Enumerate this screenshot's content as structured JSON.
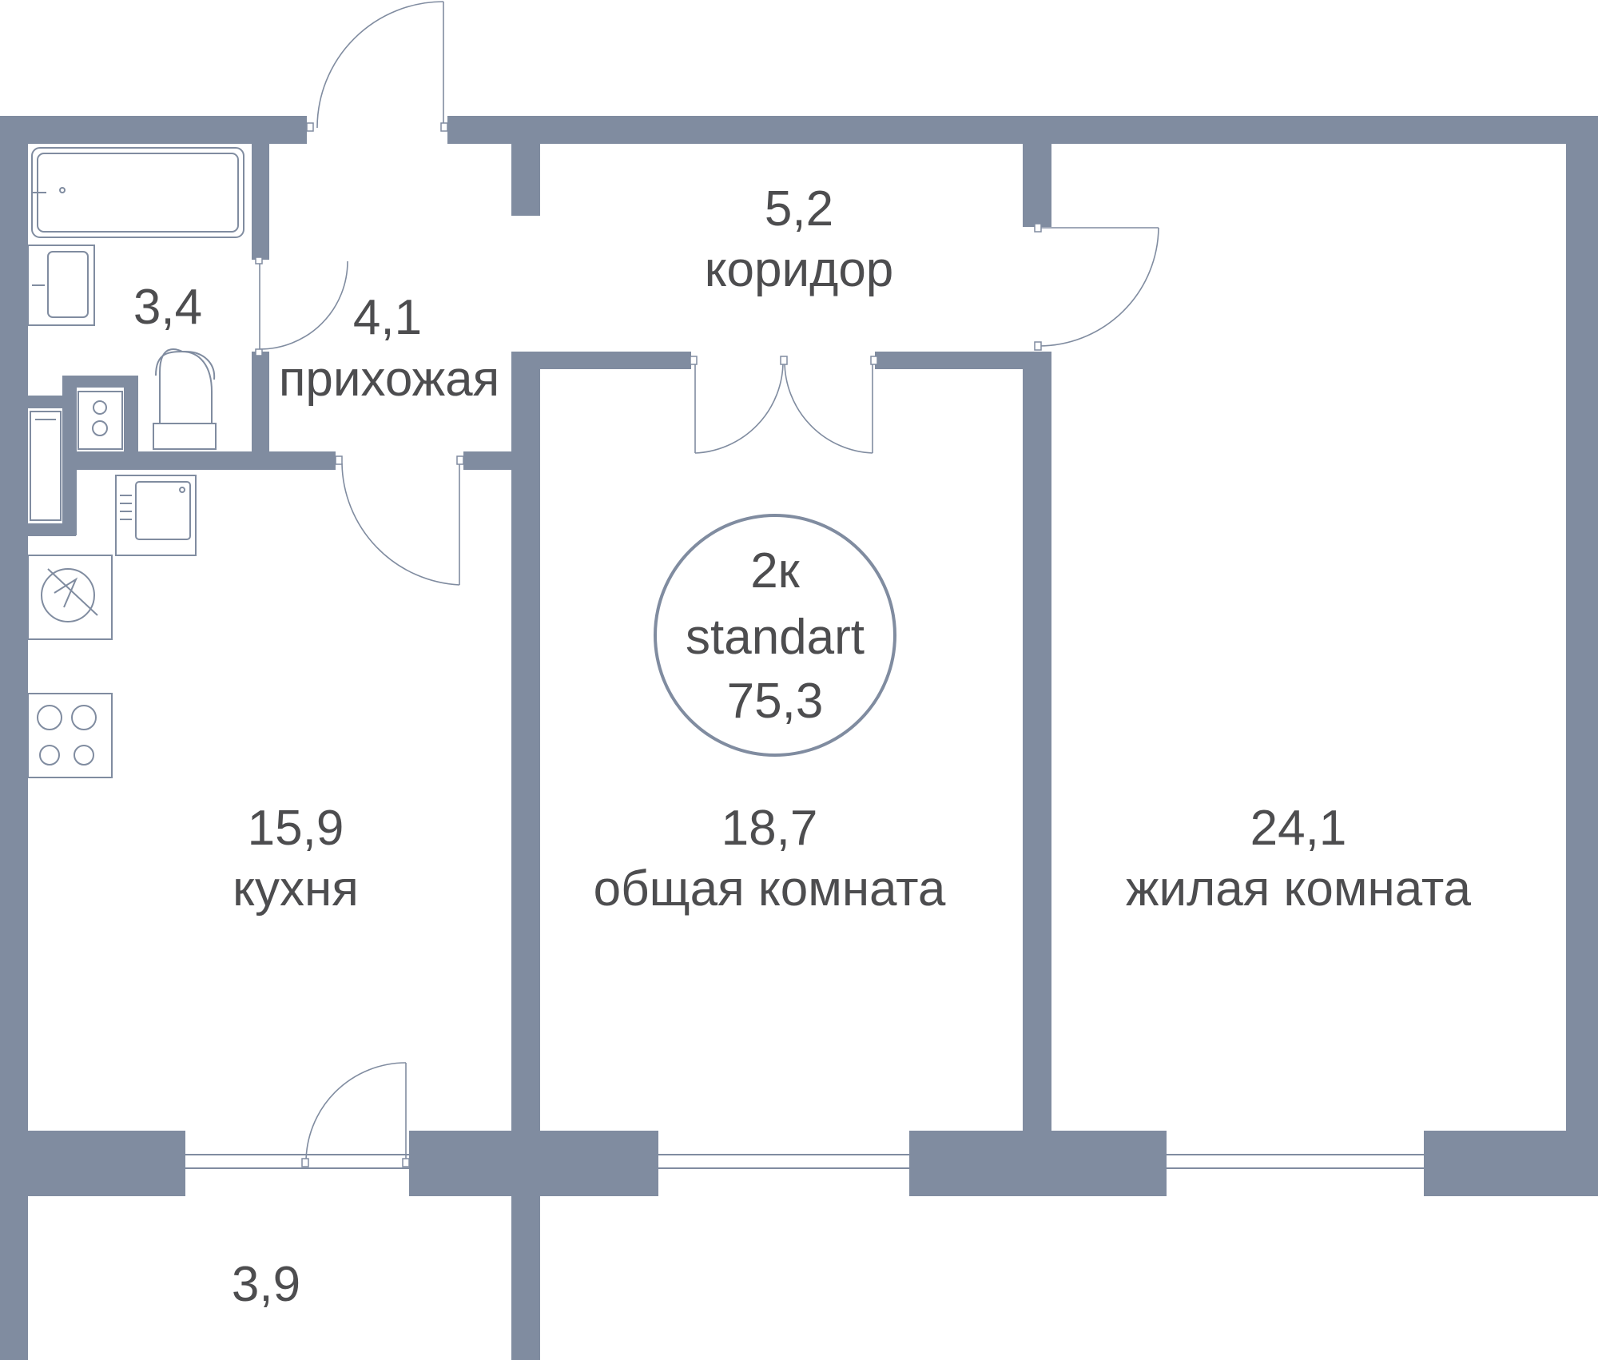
{
  "colors": {
    "wall": "#808ca0",
    "text": "#4d4d4f",
    "background": "#ffffff"
  },
  "badge": {
    "type": "2к",
    "class": "standart",
    "total_area": "75,3"
  },
  "rooms": {
    "bathroom": {
      "area": "3,4"
    },
    "hall": {
      "area": "4,1",
      "name": "прихожая"
    },
    "corridor": {
      "area": "5,2",
      "name": "коридор"
    },
    "kitchen": {
      "area": "15,9",
      "name": "кухня"
    },
    "common_room": {
      "area": "18,7",
      "name": "общая комната"
    },
    "living_room": {
      "area": "24,1",
      "name": "жилая комната"
    },
    "balcony": {
      "area": "3,9"
    }
  },
  "icons": [
    "bathtub-icon",
    "sink-icon",
    "toilet-icon",
    "washing-machine-icon",
    "kitchen-sink-icon",
    "refrigerator-icon",
    "stove-icon",
    "boiler-icon"
  ]
}
